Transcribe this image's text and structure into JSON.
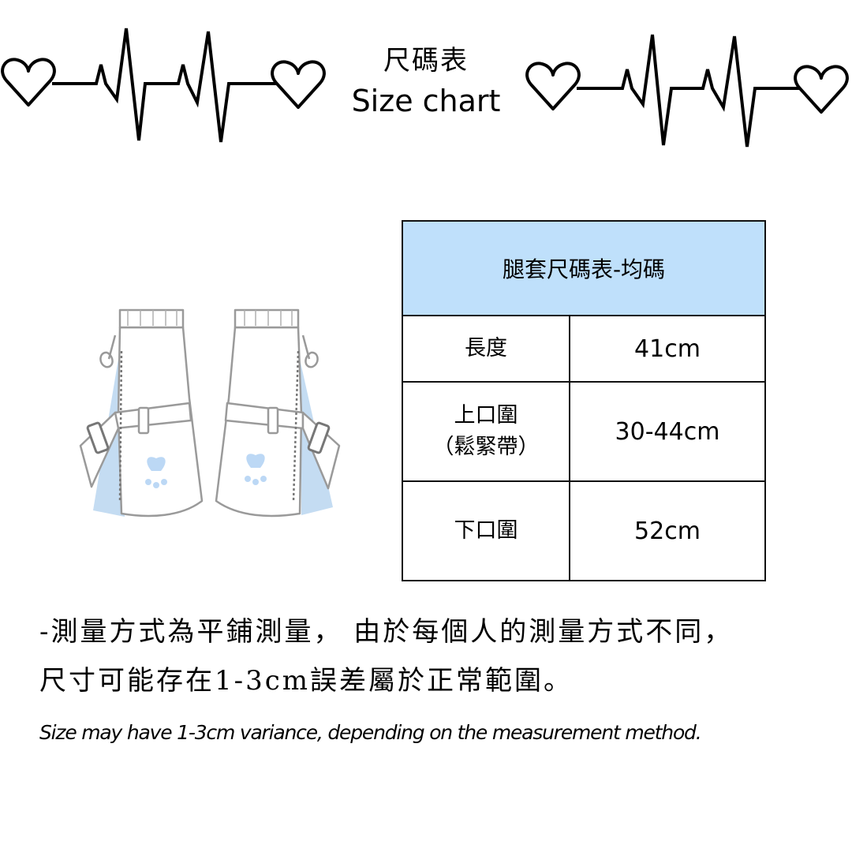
{
  "title": {
    "zh": "尺碼表",
    "en": "Size chart"
  },
  "table": {
    "header": "腿套尺碼表-均碼",
    "rows": [
      {
        "label": "長度",
        "sublabel": "",
        "value": "41cm"
      },
      {
        "label": "上口圍",
        "sublabel": "（鬆緊帶）",
        "value": "30-44cm"
      },
      {
        "label": "下口圍",
        "sublabel": "",
        "value": "52cm"
      }
    ]
  },
  "notes": {
    "zh_line1": "-測量方式為平鋪測量， 由於每個人的測量方式不同，",
    "zh_line2": "尺寸可能存在1-3cm誤差屬於正常範圍。",
    "en": "Size may have 1-3cm variance, depending on the measurement method."
  },
  "colors": {
    "header_bg": "#bfe0fb",
    "illustration_accent": "#c4dcf2"
  },
  "icons": [
    "heart-icon",
    "heartbeat-line-icon",
    "leg-warmer-illustration"
  ]
}
